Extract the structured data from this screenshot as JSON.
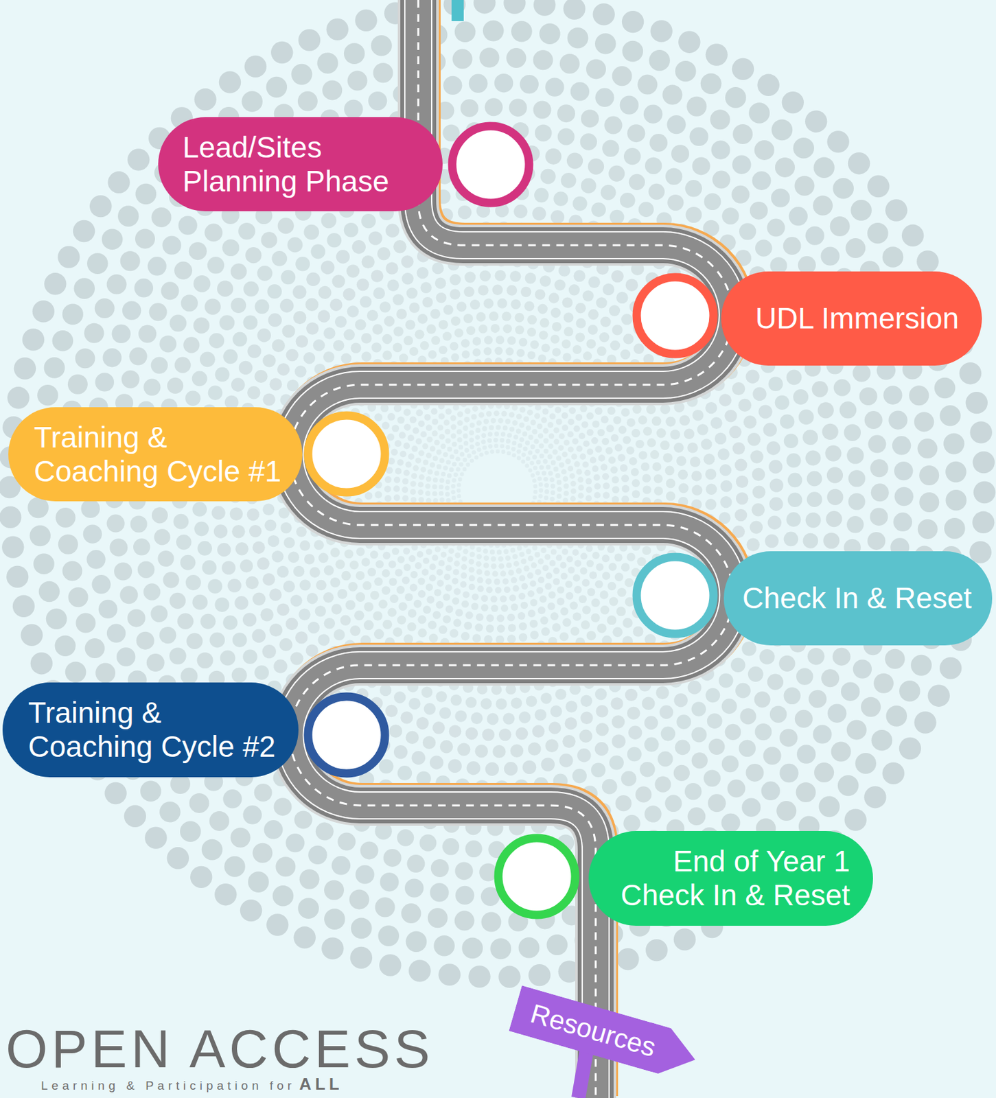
{
  "diagram": {
    "nodes": [
      {
        "text": [
          "Lead/Sites Planning Phase"
        ]
      },
      {
        "text": [
          "UDL Immersion"
        ]
      },
      {
        "text": [
          "Training & Coaching Cycle #1"
        ]
      },
      {
        "text": [
          "Check In & Reset"
        ]
      },
      {
        "text": [
          "Training & Coaching Cycle #2"
        ]
      },
      {
        "text": [
          "End of Year 1 Check In & Reset"
        ]
      },
      {
        "text": [
          "Resources"
        ]
      }
    ],
    "labels": [
      "OPEN ACCESS",
      "Learning & Participation for",
      "ALL"
    ]
  }
}
